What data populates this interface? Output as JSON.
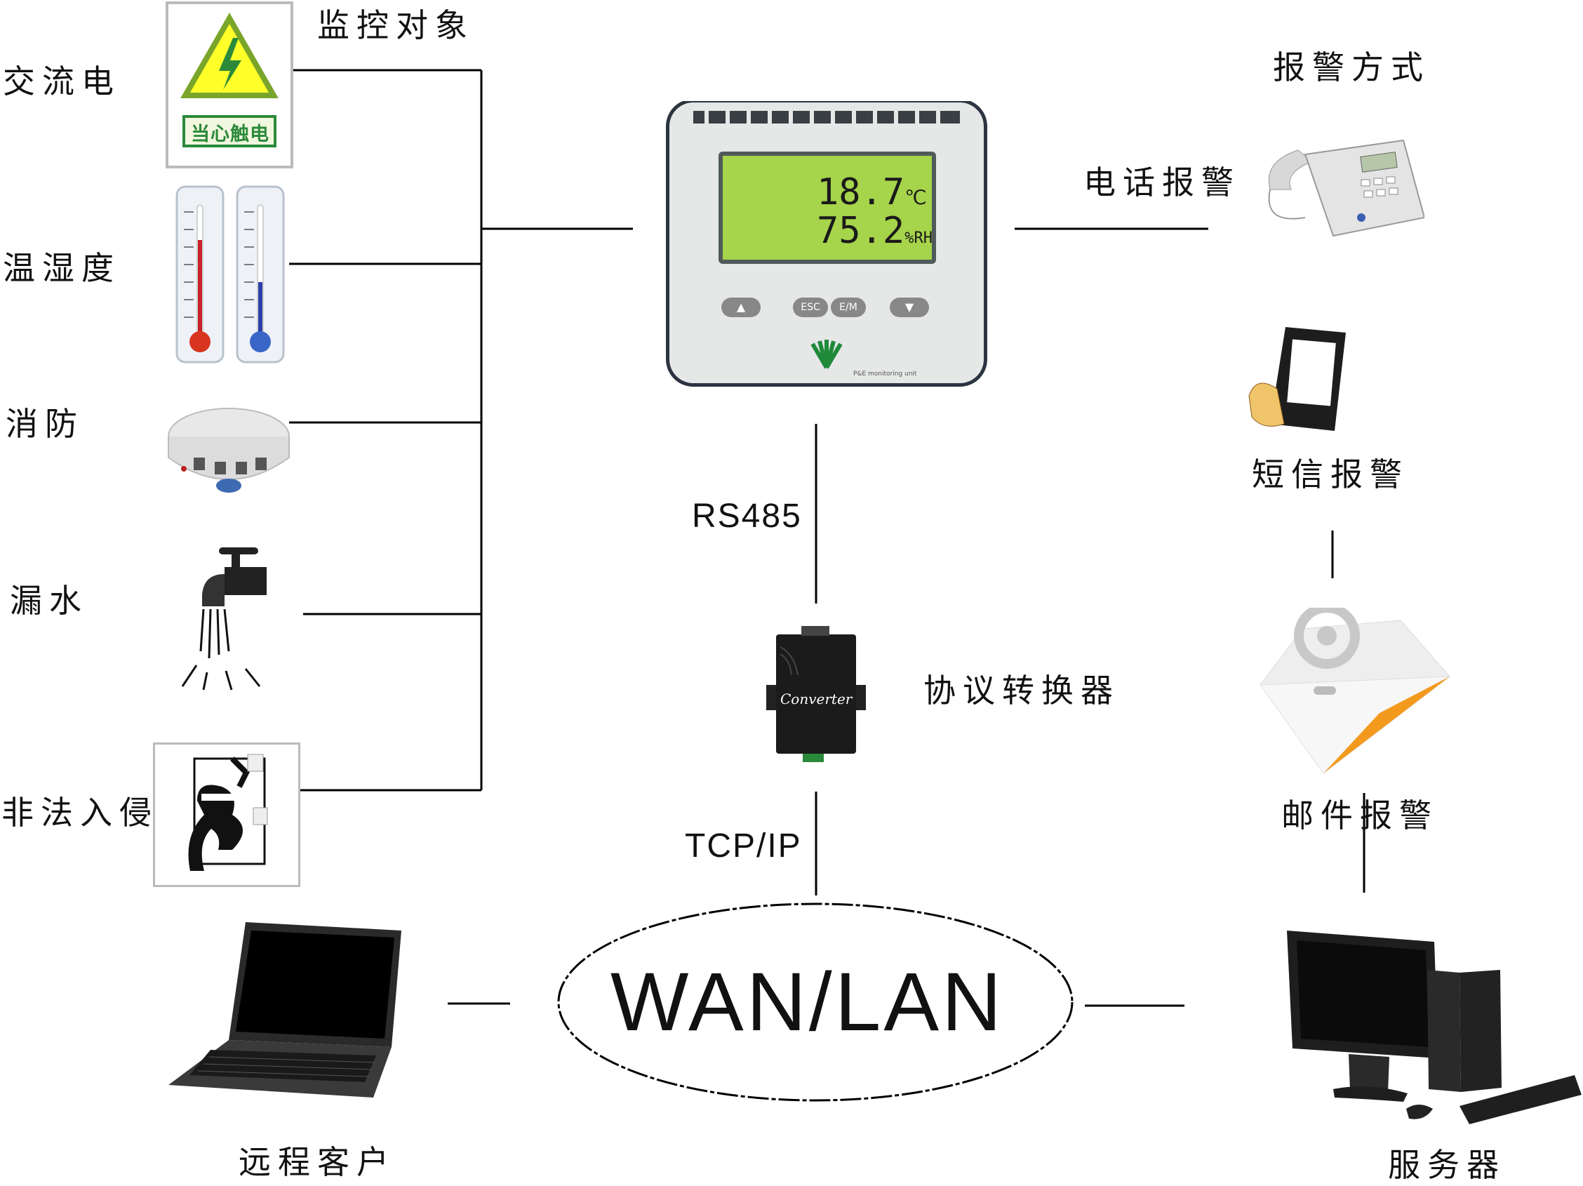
{
  "monitored_header": "监控对象",
  "monitored": [
    {
      "label": "交流电",
      "icon": "high-voltage-sign-icon",
      "sign_text": "当心触电"
    },
    {
      "label": "温湿度",
      "icon": "thermometer-icon"
    },
    {
      "label": "消防",
      "icon": "smoke-detector-icon"
    },
    {
      "label": "漏水",
      "icon": "water-leak-tap-icon"
    },
    {
      "label": "非法入侵",
      "icon": "intruder-icon"
    }
  ],
  "monitor_unit": {
    "temp": "18.7",
    "temp_unit": "℃",
    "humidity": "75.2",
    "humidity_unit": "%RH",
    "buttons": [
      "▲",
      "ESC",
      "E/M",
      "▼"
    ],
    "brand_text": "P&E monitoring unit"
  },
  "alarm_header": "报警方式",
  "alarms": [
    {
      "label": "电话报警",
      "icon": "telephone-icon"
    },
    {
      "label": "短信报警",
      "icon": "sms-phone-icon"
    },
    {
      "label": "邮件报警",
      "icon": "email-icon"
    }
  ],
  "links": {
    "rs485": "RS485",
    "tcpip": "TCP/IP"
  },
  "converter": {
    "label": "协议转换器",
    "device_text": "Converter"
  },
  "network": "WAN/LAN",
  "remote_client": "远程客户",
  "server": "服务器",
  "colors": {
    "line": "#000000",
    "lcd": "#a6d44a",
    "mail_orange": "#f39a1e",
    "device_gray": "#e3e5e4"
  }
}
